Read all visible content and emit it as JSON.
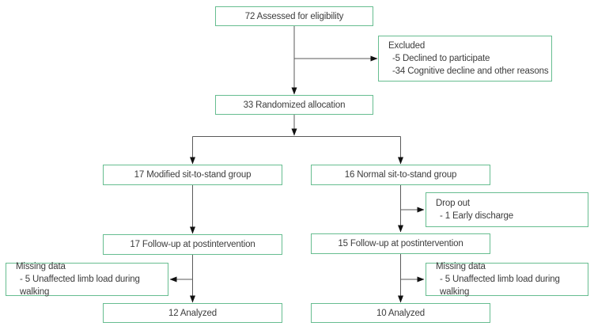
{
  "diagram": {
    "type": "flowchart",
    "description": "Participant flow diagram",
    "colors": {
      "box_border": "#67bd90",
      "connector": "#5a5a5a",
      "arrowhead": "#111111",
      "text": "#3c3c3c",
      "background": "#ffffff"
    },
    "boxes": {
      "eligibility": {
        "label": "72 Assessed for eligibility"
      },
      "excluded": {
        "title": "Excluded",
        "items": [
          "-5 Declined to participate",
          "-34 Cognitive decline and other reasons"
        ]
      },
      "randomized": {
        "label": "33 Randomized allocation"
      },
      "group_modified": {
        "label": "17 Modified sit-to-stand group"
      },
      "group_normal": {
        "label": "16 Normal sit-to-stand group"
      },
      "dropout": {
        "title": "Drop out",
        "items": [
          "- 1 Early discharge"
        ]
      },
      "followup_modified": {
        "label": "17 Follow-up at postintervention"
      },
      "followup_normal": {
        "label": "15 Follow-up at postintervention"
      },
      "missing_modified": {
        "title": "Missing data",
        "items": [
          "- 5 Unaffected limb load during walking"
        ]
      },
      "missing_normal": {
        "title": "Missing data",
        "items": [
          "- 5 Unaffected limb load during walking"
        ]
      },
      "analyzed_modified": {
        "label": "12 Analyzed"
      },
      "analyzed_normal": {
        "label": "10 Analyzed"
      }
    }
  }
}
